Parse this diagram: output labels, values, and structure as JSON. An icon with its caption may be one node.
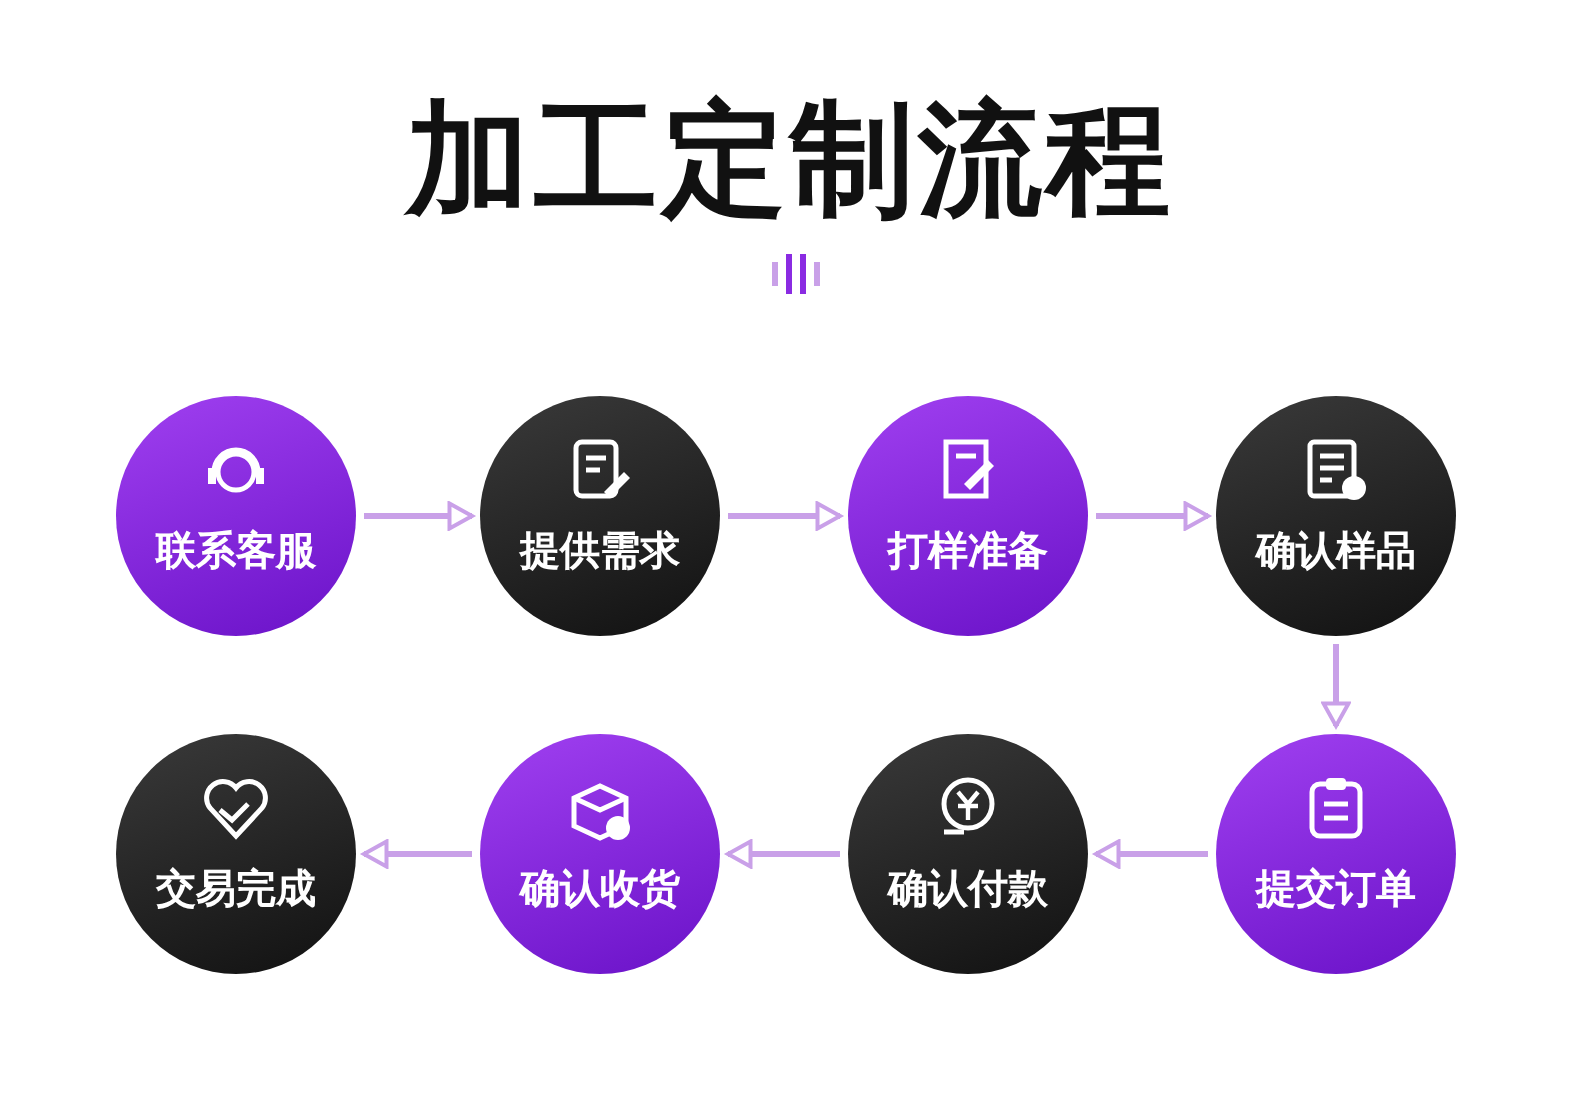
{
  "diagram": {
    "title": "加工定制流程",
    "nodes": [
      {
        "text": [
          "联系客服"
        ]
      },
      {
        "text": [
          "提供需求"
        ]
      },
      {
        "text": [
          "打样准备"
        ]
      },
      {
        "text": [
          "确认样品"
        ]
      },
      {
        "text": [
          "交易完成"
        ]
      },
      {
        "text": [
          "确认收货"
        ]
      },
      {
        "text": [
          "确认付款"
        ]
      },
      {
        "text": [
          "提交订单"
        ]
      }
    ],
    "edges": [
      {
        "from": 0,
        "to": 1,
        "arrow": "to"
      },
      {
        "from": 1,
        "to": 2,
        "arrow": "to"
      },
      {
        "from": 2,
        "to": 3,
        "arrow": "to"
      },
      {
        "from": 3,
        "to": 7,
        "arrow": "to"
      },
      {
        "from": 7,
        "to": 6,
        "arrow": "to"
      },
      {
        "from": 6,
        "to": 5,
        "arrow": "to"
      },
      {
        "from": 5,
        "to": 4,
        "arrow": "to"
      }
    ]
  }
}
